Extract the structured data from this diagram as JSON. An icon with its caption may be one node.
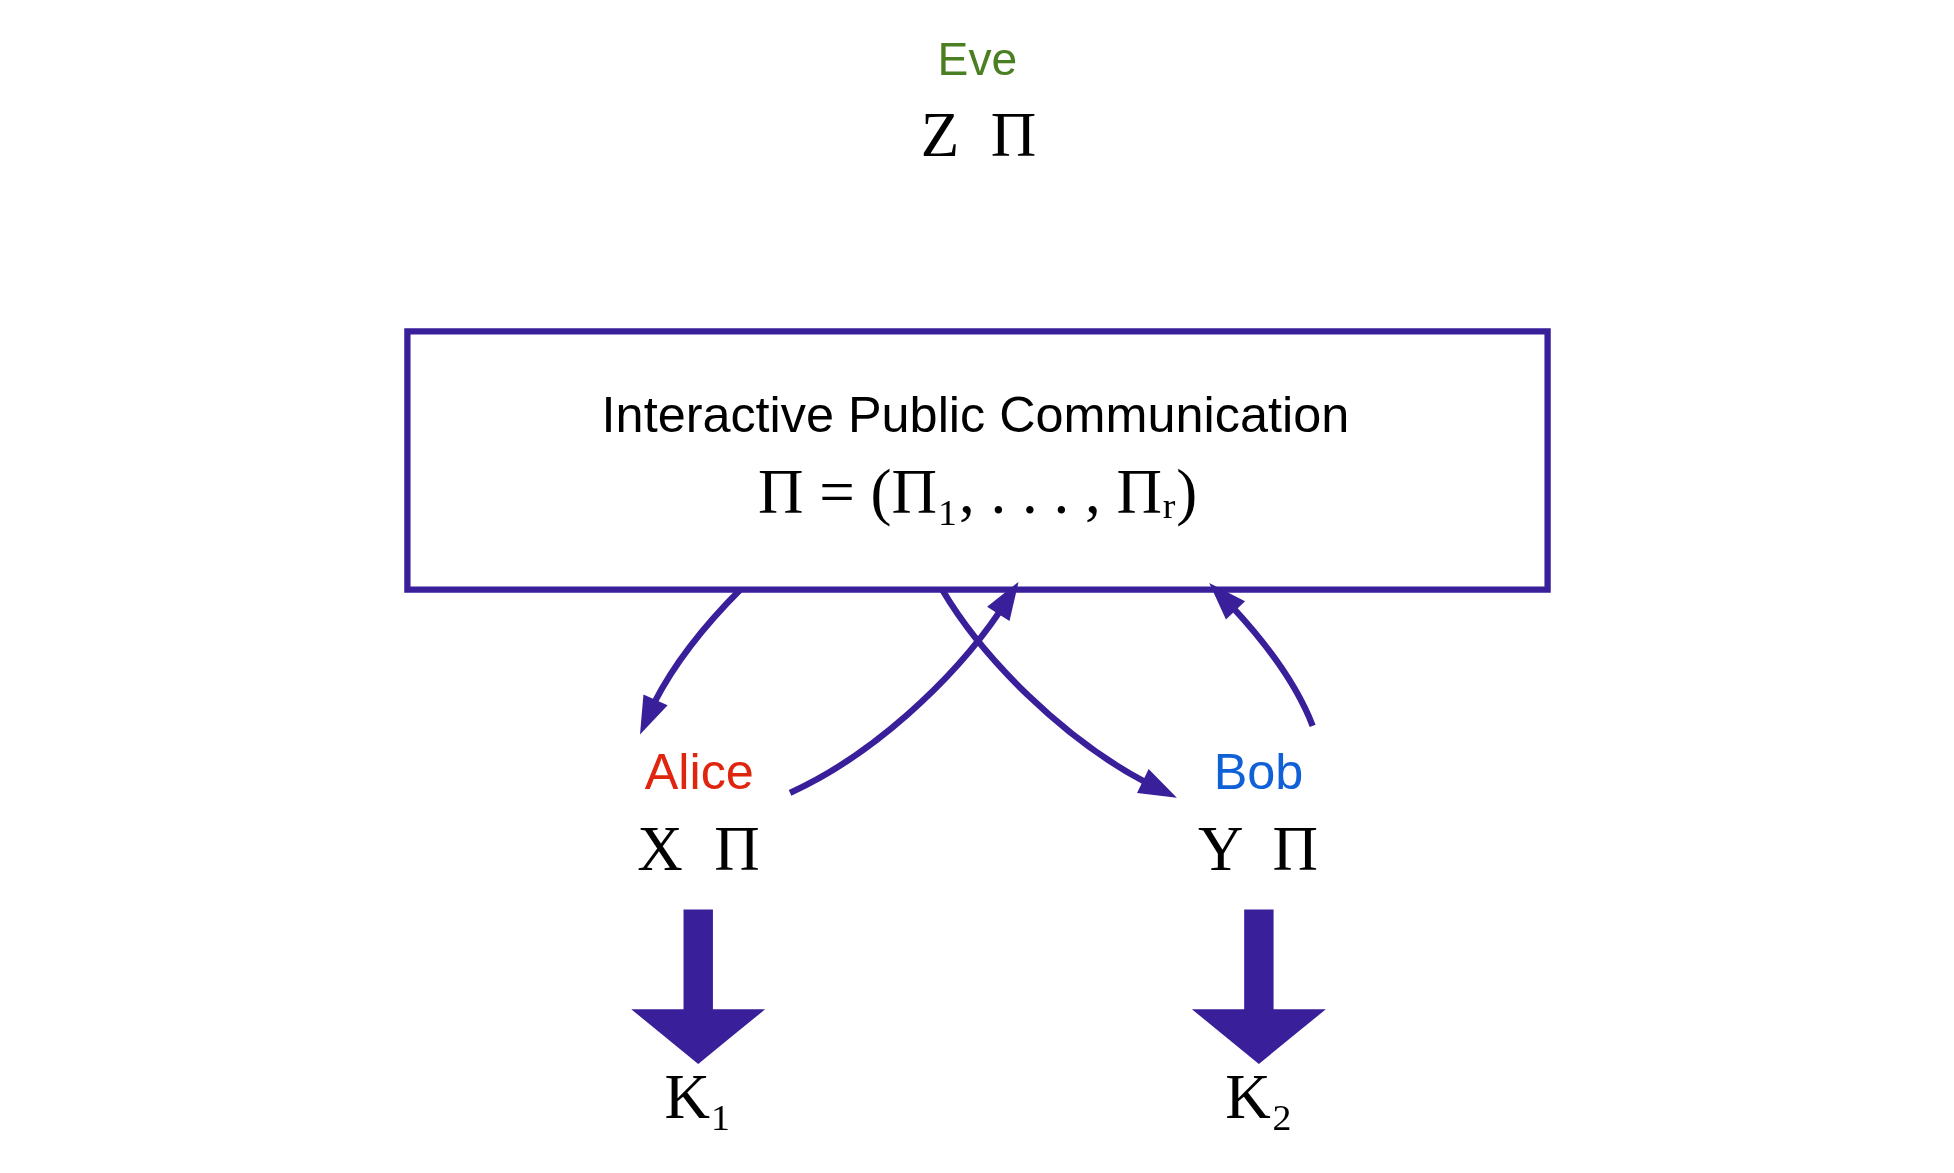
{
  "diagram": {
    "nodes": [
      {
        "text": [
          "Interactive Public Communication",
          "Π = (Π₁, . . . , Πᵣ)"
        ]
      },
      {
        "text": [
          "Alice",
          "X  Π"
        ]
      },
      {
        "text": [
          "Bob",
          "Y  Π"
        ]
      },
      {
        "text": [
          "K₁"
        ]
      },
      {
        "text": [
          "K₂"
        ]
      }
    ],
    "edges": [
      {
        "from": 1,
        "to": 0,
        "arrow": "to"
      },
      {
        "from": 0,
        "to": 1,
        "arrow": "to"
      },
      {
        "from": 2,
        "to": 0,
        "arrow": "to"
      },
      {
        "from": 0,
        "to": 2,
        "arrow": "to"
      },
      {
        "from": 1,
        "to": 3,
        "arrow": "to",
        "style": "thick"
      },
      {
        "from": 2,
        "to": 4,
        "arrow": "to",
        "style": "thick"
      }
    ],
    "labels": [
      "Eve",
      "Z  Π"
    ]
  }
}
